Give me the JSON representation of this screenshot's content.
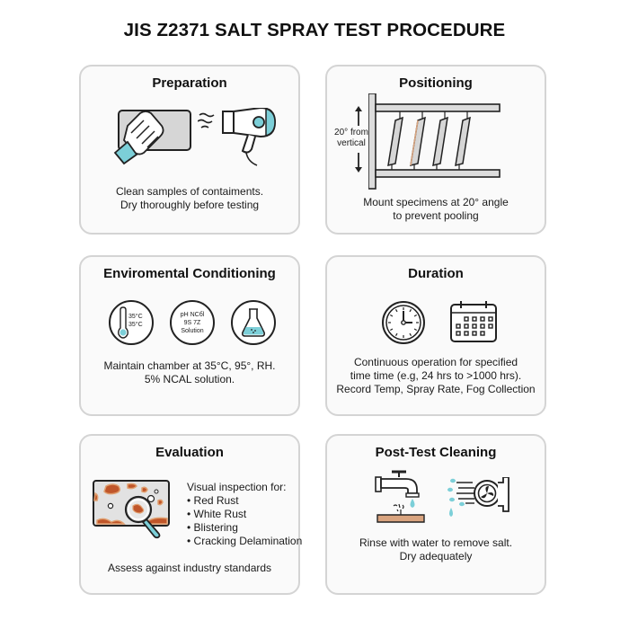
{
  "title": "JIS Z2371 SALT SPRAY TEST PROCEDURE",
  "colors": {
    "accent_blue": "#7ccfd8",
    "rust": "#c0562a",
    "wood": "#d9a47f",
    "border": "#d4d4d4",
    "card_bg": "#fafafa"
  },
  "cards": {
    "preparation": {
      "heading": "Preparation",
      "desc_line1": "Clean samples of contaiments.",
      "desc_line2": "Dry thoroughly before testing",
      "icons": [
        "hand-wiping-icon",
        "hair-dryer-icon"
      ]
    },
    "positioning": {
      "heading": "Positioning",
      "angle_label_line1": "20° from",
      "angle_label_line2": "vertical",
      "desc_line1": "Mount specimens at 20° angle",
      "desc_line2": "to prevent pooling",
      "icons": [
        "specimen-rack-icon"
      ]
    },
    "environmental": {
      "heading": "Enviromental Conditioning",
      "thermo_line1": "35°C",
      "thermo_line2": "35°C",
      "ph_line1": "pH NCбl",
      "ph_line2": "9S 7Z",
      "ph_line3": "Solution",
      "desc_line1": "Maintain chamber at 35°C, 95°, RH.",
      "desc_line2": "5% NCAL solution.",
      "icons": [
        "thermometer-icon",
        "ph-solution-icon",
        "flask-icon"
      ]
    },
    "duration": {
      "heading": "Duration",
      "desc_line1": "Continuous operation for specified",
      "desc_line2": "time time (e.g, 24 hrs to >1000 hrs).",
      "desc_line3": "Record Temp, Spray Rate, Fog Collection",
      "icons": [
        "clock-icon",
        "calendar-icon"
      ]
    },
    "evaluation": {
      "heading": "Evaluation",
      "list_title": "Visual inspection for:",
      "items": [
        "Red Rust",
        "White Rust",
        "Blistering",
        "Cracking Delamination"
      ],
      "footer": "Assess against industry standards",
      "icons": [
        "rusted-panel-magnifier-icon"
      ]
    },
    "post_test": {
      "heading": "Post-Test Cleaning",
      "desc_line1": "Rinse with water to remove salt.",
      "desc_line2": "Dry adequately",
      "icons": [
        "faucet-icon",
        "blower-fan-icon"
      ]
    }
  }
}
